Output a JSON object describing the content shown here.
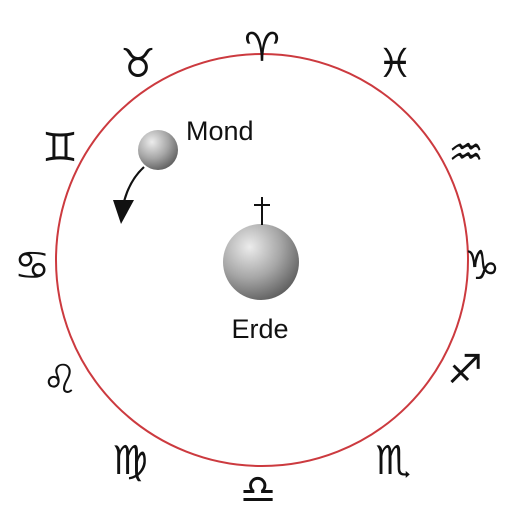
{
  "diagram": {
    "colors": {
      "orbit": "#cc3a3f",
      "ink": "#111111",
      "sphere_light": "#e6e6e6",
      "sphere_dark": "#6f6f6f"
    },
    "zodiac": [
      {
        "name": "aries",
        "glyph": "♈"
      },
      {
        "name": "taurus",
        "glyph": "♉"
      },
      {
        "name": "gemini",
        "glyph": "♊"
      },
      {
        "name": "cancer",
        "glyph": "♋"
      },
      {
        "name": "leo",
        "glyph": "♌"
      },
      {
        "name": "virgo",
        "glyph": "♍"
      },
      {
        "name": "libra",
        "glyph": "♎"
      },
      {
        "name": "scorpio",
        "glyph": "♏"
      },
      {
        "name": "sagittarius",
        "glyph": "♐"
      },
      {
        "name": "capricorn",
        "glyph": "♑"
      },
      {
        "name": "aquarius",
        "glyph": "♒"
      },
      {
        "name": "pisces",
        "glyph": "♓"
      }
    ],
    "moon_label": "Mond",
    "earth_label": "Erde",
    "icons": {
      "earth_marker": "cross-icon",
      "moon_motion": "curved-arrow-icon"
    }
  }
}
